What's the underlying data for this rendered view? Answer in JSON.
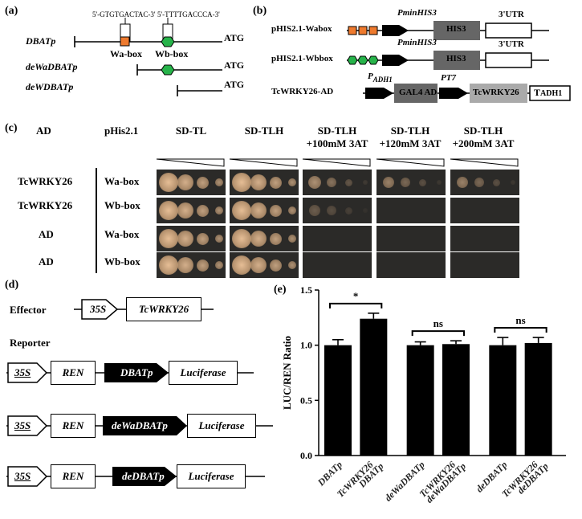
{
  "panel_a": {
    "label": "(a)",
    "seq_wa": "5'-GTGTGACTAC-3'",
    "seq_wb": "5'-TTTTGACCCA-3'",
    "rows": [
      {
        "name": "DBATp",
        "atg": "ATG"
      },
      {
        "name": "deWaDBATp",
        "atg": "ATG"
      },
      {
        "name": "deWDBATp",
        "atg": "ATG"
      }
    ],
    "wa_label": "Wa-box",
    "wb_label": "Wb-box"
  },
  "panel_b": {
    "label": "(b)",
    "rows": [
      {
        "name": "pHIS2.1-Wabox",
        "promoter": "PminHIS3",
        "gene": "HIS3",
        "utr": "3'UTR"
      },
      {
        "name": "pHIS2.1-Wbbox",
        "promoter": "PminHIS3",
        "gene": "HIS3",
        "utr": "3'UTR"
      }
    ],
    "ad_row": {
      "name": "TcWRKY26-AD",
      "p_adh1": "P",
      "p_adh1_sub": "ADH1",
      "gal4": "GAL4 AD",
      "pt7": "PT7",
      "gene": "TcWRKY26",
      "t_adh1": "T",
      "t_adh1_sub": "ADH1"
    }
  },
  "panel_c": {
    "label": "(c)",
    "col_ad": "AD",
    "col_phis": "pHis2.1",
    "media": [
      {
        "line1": "SD-TL",
        "line2": ""
      },
      {
        "line1": "SD-TLH",
        "line2": ""
      },
      {
        "line1": "SD-TLH",
        "line2": "+100mM 3AT"
      },
      {
        "line1": "SD-TLH",
        "line2": "+120mM 3AT"
      },
      {
        "line1": "SD-TLH",
        "line2": "+200mM 3AT"
      }
    ],
    "rows": [
      {
        "ad": "TcWRKY26",
        "bait": "Wa-box",
        "growth": [
          1,
          1,
          0.7,
          0.6,
          0.6
        ]
      },
      {
        "ad": "TcWRKY26",
        "bait": "Wb-box",
        "growth": [
          1,
          1,
          0.35,
          0,
          0
        ]
      },
      {
        "ad": "AD",
        "bait": "Wa-box",
        "growth": [
          1,
          1,
          0,
          0,
          0
        ]
      },
      {
        "ad": "AD",
        "bait": "Wb-box",
        "growth": [
          1,
          1,
          0,
          0,
          0
        ]
      }
    ]
  },
  "panel_d": {
    "label": "(d)",
    "effector_label": "Effector",
    "reporter_label": "Reporter",
    "effector": {
      "promoter": "35S",
      "gene": "TcWRKY26"
    },
    "reporters": [
      {
        "promoter": "35S",
        "ren": "REN",
        "test": "DBATp",
        "luc": "Luciferase"
      },
      {
        "promoter": "35S",
        "ren": "REN",
        "test": "deWaDBATp",
        "luc": "Luciferase"
      },
      {
        "promoter": "35S",
        "ren": "REN",
        "test": "deDBATp",
        "luc": "Luciferase"
      }
    ]
  },
  "panel_e": {
    "label": "(e)"
  },
  "chart_data": {
    "type": "bar",
    "title": "",
    "xlabel": "",
    "ylabel": "LUC/REN Ratio",
    "ylim": [
      0,
      1.5
    ],
    "yticks": [
      "0.0",
      "0.5",
      "1.0",
      "1.5"
    ],
    "categories": [
      "DBATp",
      "TcWRKY26 DBATp",
      "deWaDBATp",
      "TcWRKY26 deWaDBATp",
      "deDBATp",
      "TcWRKY26 deDBATp"
    ],
    "category_lines": [
      [
        "DBATp"
      ],
      [
        "TcWRKY26",
        "DBATp"
      ],
      [
        "deWaDBATp"
      ],
      [
        "TcWRKY26",
        "deWaDBATp"
      ],
      [
        "deDBATp"
      ],
      [
        "TcWRKY26",
        "deDBATp"
      ]
    ],
    "values": [
      1.0,
      1.24,
      1.0,
      1.01,
      1.0,
      1.02
    ],
    "errors": [
      0.05,
      0.05,
      0.03,
      0.03,
      0.07,
      0.05
    ],
    "significance": [
      {
        "pair": [
          0,
          1
        ],
        "label": "*"
      },
      {
        "pair": [
          2,
          3
        ],
        "label": "ns"
      },
      {
        "pair": [
          4,
          5
        ],
        "label": "ns"
      }
    ],
    "bar_color": "#000000"
  }
}
